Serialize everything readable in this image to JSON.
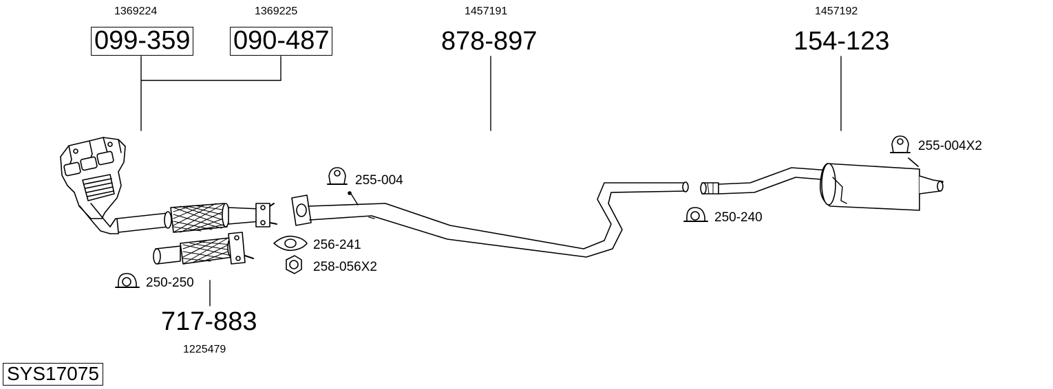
{
  "system_code": "SYS17075",
  "parts": {
    "manifold_cat": {
      "code": "099-359",
      "ref": "1369224"
    },
    "manifold_alt": {
      "code": "090-487",
      "ref": "1369225"
    },
    "mid_pipe": {
      "code": "878-897",
      "ref": "1457191"
    },
    "rear_silencer": {
      "code": "154-123",
      "ref": "1457192"
    },
    "flex_pipe": {
      "code": "717-883",
      "ref": "1225479"
    }
  },
  "accessories": {
    "mount_front": "255-004",
    "mount_rear": "255-004X2",
    "gasket": "256-241",
    "nut": "258-056X2",
    "clamp_front": "250-250",
    "clamp_rear": "250-240"
  },
  "colors": {
    "line": "#000000",
    "fill": "#ffffff",
    "shade": "#d9d9d9"
  }
}
